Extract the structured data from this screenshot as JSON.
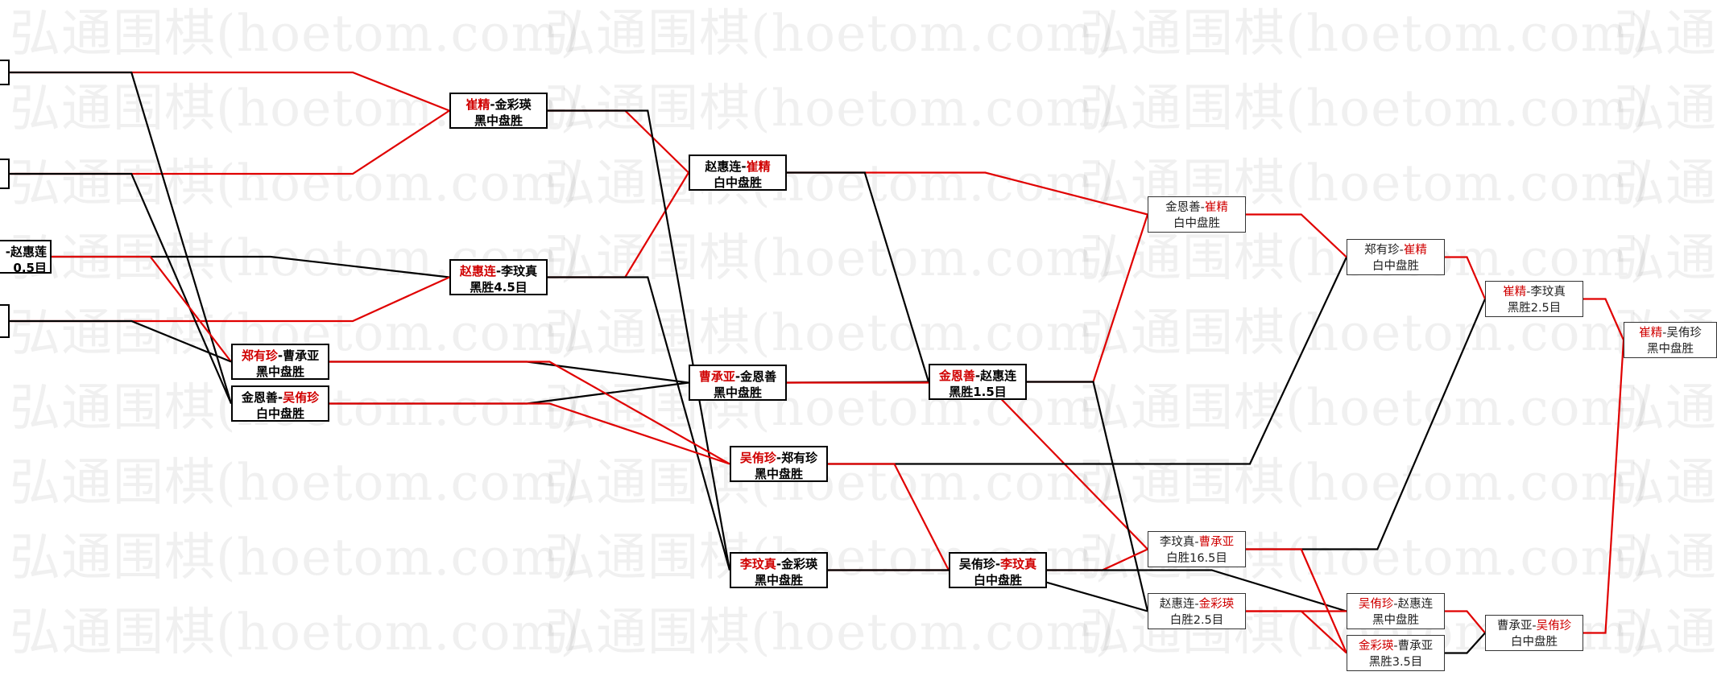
{
  "watermark": "弘通围棋(hoetom.com)",
  "colors": {
    "win": "#e00000",
    "loss": "#000000",
    "winner_text": "#d00000"
  },
  "nodes": [
    {
      "id": "r1_l1",
      "p1": "",
      "p2": "",
      "result": "",
      "winner": 0,
      "style": "bold"
    },
    {
      "id": "r1_l2",
      "p1": "",
      "p2": "",
      "result": "",
      "winner": 0,
      "style": "bold"
    },
    {
      "id": "r1_l3",
      "p1": "",
      "p2": "赵惠莲",
      "result": "0.5目",
      "winner": 0,
      "style": "bold"
    },
    {
      "id": "r1_l4",
      "p1": "",
      "p2": "",
      "result": "",
      "winner": 0,
      "style": "bold"
    },
    {
      "id": "r1_m1",
      "p1": "郑有珍",
      "p2": "曹承亚",
      "result": "黑中盘胜",
      "winner": 1,
      "style": "bold"
    },
    {
      "id": "r1_m2",
      "p1": "金恩善",
      "p2": "吴侑珍",
      "result": "白中盘胜",
      "winner": 2,
      "style": "bold"
    },
    {
      "id": "r2_a",
      "p1": "崔精",
      "p2": "金彩瑛",
      "result": "黑中盘胜",
      "winner": 1,
      "style": "bold"
    },
    {
      "id": "r2_b",
      "p1": "赵惠连",
      "p2": "李玟真",
      "result": "黑胜4.5目",
      "winner": 1,
      "style": "bold"
    },
    {
      "id": "r3_a",
      "p1": "赵惠连",
      "p2": "崔精",
      "result": "白中盘胜",
      "winner": 2,
      "style": "bold"
    },
    {
      "id": "r3_b",
      "p1": "曹承亚",
      "p2": "金恩善",
      "result": "黑中盘胜",
      "winner": 1,
      "style": "bold"
    },
    {
      "id": "r3_c",
      "p1": "吴侑珍",
      "p2": "郑有珍",
      "result": "黑中盘胜",
      "winner": 1,
      "style": "bold"
    },
    {
      "id": "r3_d",
      "p1": "李玟真",
      "p2": "金彩瑛",
      "result": "黑中盘胜",
      "winner": 1,
      "style": "bold"
    },
    {
      "id": "r4_a",
      "p1": "金恩善",
      "p2": "赵惠连",
      "result": "黑胜1.5目",
      "winner": 1,
      "style": "bold"
    },
    {
      "id": "r4_b",
      "p1": "吴侑珍",
      "p2": "李玟真",
      "result": "白中盘胜",
      "winner": 2,
      "style": "bold"
    },
    {
      "id": "r5_a",
      "p1": "金恩善",
      "p2": "崔精",
      "result": "白中盘胜",
      "winner": 2,
      "style": "thin"
    },
    {
      "id": "r5_b",
      "p1": "李玟真",
      "p2": "曹承亚",
      "result": "白胜16.5目",
      "winner": 2,
      "style": "thin"
    },
    {
      "id": "r5_c",
      "p1": "赵惠连",
      "p2": "金彩瑛",
      "result": "白胜2.5目",
      "winner": 2,
      "style": "thin"
    },
    {
      "id": "r6_a",
      "p1": "郑有珍",
      "p2": "崔精",
      "result": "白中盘胜",
      "winner": 2,
      "style": "thin"
    },
    {
      "id": "r6_b",
      "p1": "吴侑珍",
      "p2": "赵惠连",
      "result": "黑中盘胜",
      "winner": 1,
      "style": "thin"
    },
    {
      "id": "r6_c",
      "p1": "金彩瑛",
      "p2": "曹承亚",
      "result": "黑胜3.5目",
      "winner": 1,
      "style": "thin"
    },
    {
      "id": "r7_a",
      "p1": "崔精",
      "p2": "李玟真",
      "result": "黑胜2.5目",
      "winner": 1,
      "style": "thin"
    },
    {
      "id": "r7_b",
      "p1": "曹承亚",
      "p2": "吴侑珍",
      "result": "白中盘胜",
      "winner": 2,
      "style": "thin"
    },
    {
      "id": "final",
      "p1": "崔精",
      "p2": "吴侑珍",
      "result": "黑中盘胜",
      "winner": 1,
      "style": "thin"
    }
  ],
  "edges": [
    {
      "from": "r1_l1",
      "to": "r2_a",
      "kind": "win"
    },
    {
      "from": "r1_l2",
      "to": "r2_a",
      "kind": "win"
    },
    {
      "from": "r1_l3",
      "to": "r2_b",
      "kind": "loss"
    },
    {
      "from": "r1_l4",
      "to": "r2_b",
      "kind": "win"
    },
    {
      "from": "r1_l1",
      "to": "r1_m2",
      "kind": "loss"
    },
    {
      "from": "r1_l2",
      "to": "r1_m2",
      "kind": "loss"
    },
    {
      "from": "r1_l3",
      "to": "r1_m1",
      "kind": "win"
    },
    {
      "from": "r1_l4",
      "to": "r1_m1",
      "kind": "loss"
    },
    {
      "from": "r2_a",
      "to": "r3_a",
      "kind": "win"
    },
    {
      "from": "r2_b",
      "to": "r3_a",
      "kind": "win"
    },
    {
      "from": "r2_a",
      "to": "r3_d",
      "kind": "loss"
    },
    {
      "from": "r2_b",
      "to": "r3_d",
      "kind": "loss"
    },
    {
      "from": "r1_m1",
      "to": "r3_b",
      "kind": "loss"
    },
    {
      "from": "r1_m2",
      "to": "r3_b",
      "kind": "loss"
    },
    {
      "from": "r1_m1",
      "to": "r3_c",
      "kind": "win"
    },
    {
      "from": "r1_m2",
      "to": "r3_c",
      "kind": "win"
    },
    {
      "from": "r3_a",
      "to": "r5_a",
      "kind": "win"
    },
    {
      "from": "r3_a",
      "to": "r4_a",
      "kind": "loss"
    },
    {
      "from": "r3_b",
      "to": "r4_a",
      "kind": "loss"
    },
    {
      "from": "r3_b",
      "to": "r5_b",
      "kind": "win"
    },
    {
      "from": "r3_c",
      "to": "r6_a",
      "kind": "loss"
    },
    {
      "from": "r3_c",
      "to": "r4_b",
      "kind": "win"
    },
    {
      "from": "r3_d",
      "to": "r4_b",
      "kind": "win"
    },
    {
      "from": "r3_d",
      "to": "r5_c",
      "kind": "loss"
    },
    {
      "from": "r4_a",
      "to": "r5_a",
      "kind": "win"
    },
    {
      "from": "r4_a",
      "to": "r5_c",
      "kind": "loss"
    },
    {
      "from": "r4_b",
      "to": "r5_b",
      "kind": "win"
    },
    {
      "from": "r4_b",
      "to": "r6_b",
      "kind": "loss"
    },
    {
      "from": "r5_a",
      "to": "r6_a",
      "kind": "win"
    },
    {
      "from": "r5_b",
      "to": "r7_a",
      "kind": "loss"
    },
    {
      "from": "r5_b",
      "to": "r6_c",
      "kind": "win"
    },
    {
      "from": "r5_c",
      "to": "r6_b",
      "kind": "win"
    },
    {
      "from": "r5_c",
      "to": "r6_c",
      "kind": "win"
    },
    {
      "from": "r6_a",
      "to": "r7_a",
      "kind": "win"
    },
    {
      "from": "r6_b",
      "to": "r7_b",
      "kind": "win"
    },
    {
      "from": "r6_c",
      "to": "r7_b",
      "kind": "loss"
    },
    {
      "from": "r7_a",
      "to": "final",
      "kind": "win"
    },
    {
      "from": "r7_b",
      "to": "final",
      "kind": "win"
    }
  ]
}
